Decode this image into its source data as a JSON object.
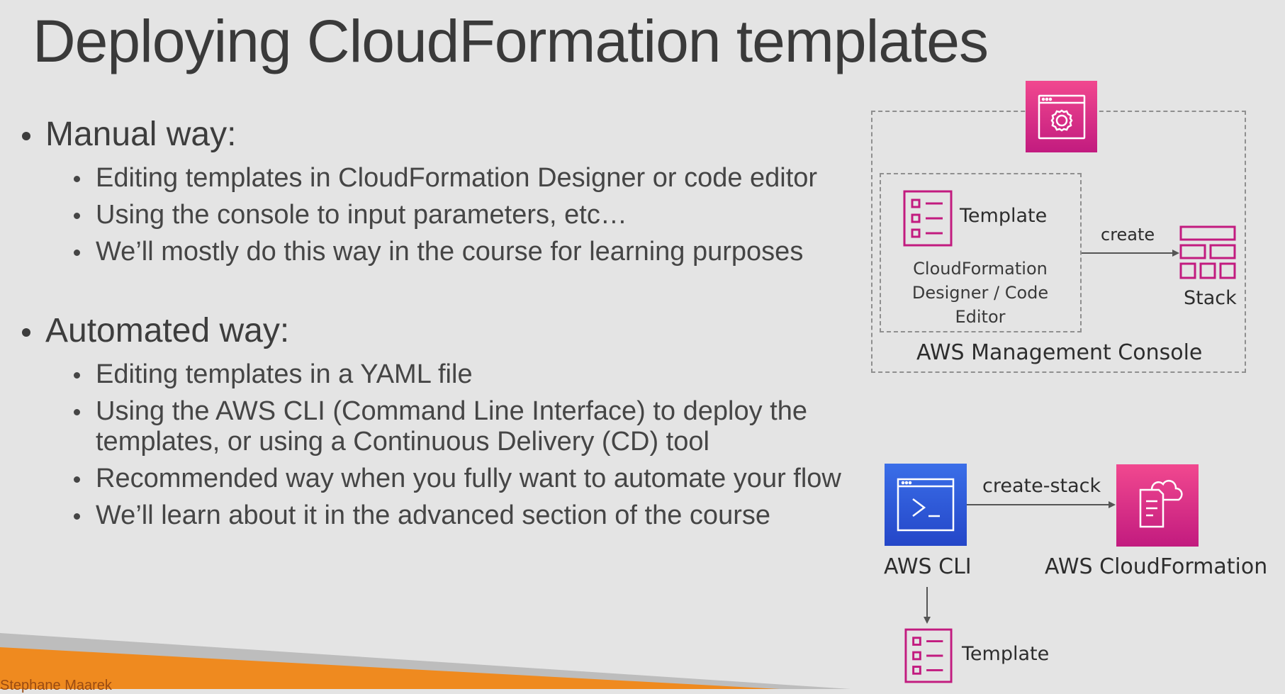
{
  "slide": {
    "title": "Deploying CloudFormation templates",
    "author": "Stephane Maarek"
  },
  "bullets": {
    "manual": {
      "heading": "Manual way:",
      "items": [
        "Editing templates in CloudFormation Designer or code editor",
        "Using the console to input parameters, etc…",
        "We’ll mostly do this way in the course for learning purposes"
      ]
    },
    "automated": {
      "heading": "Automated way:",
      "items": [
        "Editing templates in a YAML file",
        "Using the AWS CLI (Command Line Interface) to deploy the templates, or using a Continuous Delivery (CD) tool",
        "Recommended way when you fully want to automate your flow",
        "We’ll learn about it in the advanced section of the course"
      ]
    }
  },
  "diagram_console": {
    "template_label": "Template",
    "designer_label": "CloudFormation Designer / Code Editor",
    "create_label": "create",
    "stack_label": "Stack",
    "console_label": "AWS Management Console"
  },
  "diagram_cli": {
    "create_stack_label": "create-stack",
    "cli_label": "AWS CLI",
    "cloudformation_label": "AWS CloudFormation",
    "template_label": "Template"
  },
  "colors": {
    "pink": "#c21b7f",
    "pink_gradient_top": "#f1488f",
    "cli_blue": "#2f5bd6",
    "footer_orange": "#ef8a1f"
  },
  "icons": [
    "gear-window-icon",
    "template-icon",
    "stack-icon",
    "cli-terminal-icon",
    "cloudformation-icon"
  ]
}
